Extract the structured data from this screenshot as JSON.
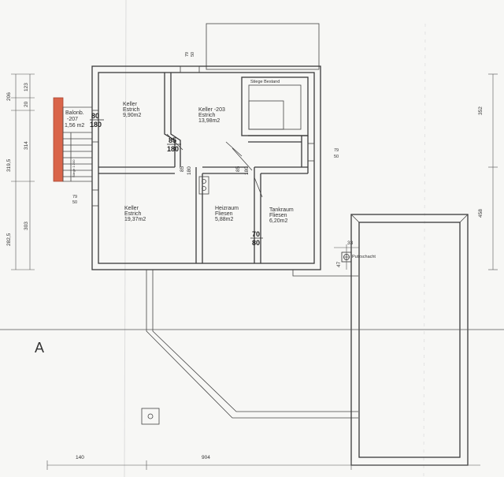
{
  "section_label": "A",
  "rooms": {
    "balkon": {
      "name": "Balonb.",
      "number": "-207",
      "area": "1,56 m2"
    },
    "keller_a": {
      "name": "Keller",
      "floor": "Estrich",
      "area": "9,90m2"
    },
    "keller_b": {
      "name": "Keller -203",
      "floor": "Estrich",
      "area": "13,98m2"
    },
    "keller_c": {
      "name": "Keller",
      "floor": "Estrich",
      "area": "19,37m2"
    },
    "heizraum": {
      "name": "Heizraum",
      "floor": "Fliesen",
      "area": "5,88m2"
    },
    "tankraum": {
      "name": "Tankraum",
      "floor": "Fliesen",
      "area": "6,20m2"
    },
    "stiege": {
      "name": "Stiege Bestand"
    },
    "putzschacht": {
      "name": "Putzschacht"
    }
  },
  "door_labels": {
    "d_balkon": {
      "w": "80",
      "h": "180"
    },
    "d_keller": {
      "w": "85",
      "h": "180"
    },
    "d_tank": {
      "w": "70",
      "h": "80"
    },
    "w_left": {
      "w": "79",
      "h": "50"
    },
    "w_right": {
      "w": "79",
      "h": "50"
    },
    "w_top": {
      "w": "79",
      "h": "50"
    }
  },
  "small_dims": {
    "v85a": "85",
    "v180a": "180",
    "v85b": "85",
    "v180b": "180",
    "d33": "33",
    "d47": "47",
    "stair_note": "Stiege 1:200"
  },
  "left_dims": {
    "top_outer": "206",
    "top_inner_a": "123",
    "top_inner_b": "20",
    "mid_outer": "319,5",
    "mid_inner": "314",
    "bot_outer": "282,5",
    "bot_inner": "303"
  },
  "right_dims": {
    "upper": "352",
    "lower": "458"
  },
  "bottom_dims": {
    "left": "140",
    "main": "904"
  }
}
